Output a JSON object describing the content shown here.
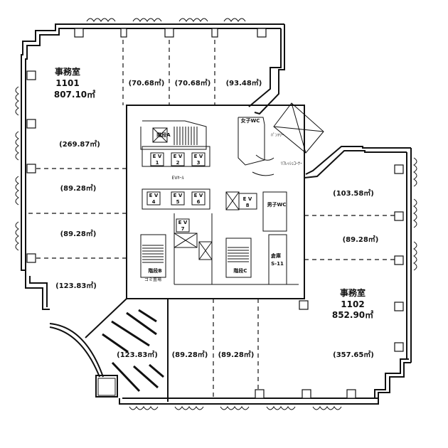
{
  "plan": {
    "colors": {
      "line": "#111111",
      "background": "#ffffff"
    },
    "offices": [
      {
        "name": "事務室",
        "number": "1101",
        "total_area": "807.10㎡"
      },
      {
        "name": "事務室",
        "number": "1102",
        "total_area": "852.90㎡"
      }
    ],
    "sections": {
      "top_1": "(70.68㎡)",
      "top_2": "(70.68㎡)",
      "top_3": "(93.48㎡)",
      "left_1": "(269.87㎡)",
      "left_2": "(89.28㎡)",
      "left_3": "(89.28㎡)",
      "left_4": "(123.83㎡)",
      "bottom_1": "(123.83㎡)",
      "bottom_2": "(89.28㎡)",
      "bottom_3": "(89.28㎡)",
      "bottom_4": "(357.65㎡)",
      "right_1": "(103.58㎡)",
      "right_2": "(89.28㎡)"
    },
    "core": {
      "elevators": [
        "1",
        "2",
        "3",
        "4",
        "5",
        "6",
        "7",
        "8"
      ],
      "ev_label": "E V",
      "elevator_hall": "EVﾎｰﾙ",
      "stairs_a": "階段A",
      "stairs_b": "階段B",
      "stairs_c": "階段C",
      "garbage": "ゴミ置場",
      "womens_wc": "女子WC",
      "mens_wc": "男子WC",
      "storage": "倉庫",
      "storage_no": "S-11",
      "lounge": "ﾘﾌﾚｯｼｭｺｰﾅｰ",
      "pantry": "ﾊﾟﾝﾄﾘｰ"
    }
  }
}
